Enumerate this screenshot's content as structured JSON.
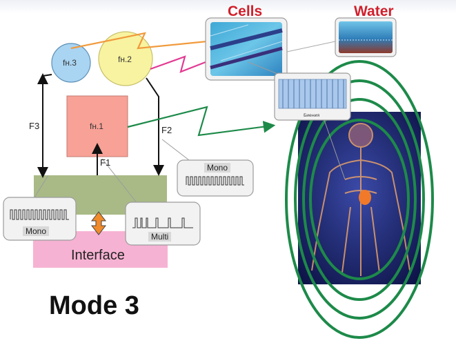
{
  "labels": {
    "cells": "Cells",
    "water": "Water",
    "fh3": "fн.3",
    "fh2": "fн.2",
    "fh1": "fн.1",
    "f1": "F1",
    "f2": "F2",
    "f3": "F3",
    "mono_top": "Mono",
    "mono_left": "Mono",
    "multi": "Multi",
    "interface": "Interface",
    "mode": "Mode 3",
    "biennia": "Биения"
  },
  "colors": {
    "title_red": "#d0202c",
    "circle_blue": "#a9d4f2",
    "circle_yellow": "#f8f3a0",
    "box_red": "#f8a196",
    "box_green": "#a9ba86",
    "box_pink": "#f6b2d3",
    "link_green": "#1d8a49",
    "link_orange": "#f19a3c",
    "link_magenta": "#e23a93"
  }
}
